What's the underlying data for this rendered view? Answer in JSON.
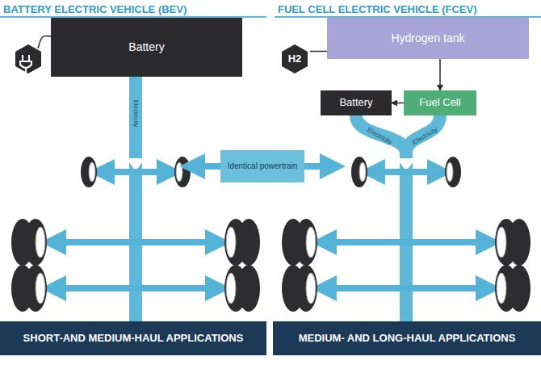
{
  "diagram": {
    "nodes": [
      {
        "text": [
          "Battery"
        ]
      },
      {
        "text": [
          "H2"
        ]
      },
      {
        "text": [
          "Hydrogen tank"
        ]
      },
      {
        "text": [
          "Battery"
        ]
      },
      {
        "text": [
          "Fuel Cell"
        ]
      },
      {
        "text": [
          "Identical powertrain"
        ]
      },
      {
        "text": [
          "SHORT-AND MEDIUM-HAUL APPLICATIONS"
        ]
      },
      {
        "text": [
          "MEDIUM- AND LONG-HAUL APPLICATIONS"
        ]
      }
    ],
    "edges": [
      {
        "from": 1,
        "to": 2,
        "arrow": "none"
      },
      {
        "from": 2,
        "to": 4,
        "arrow": "to"
      },
      {
        "from": 4,
        "to": 3,
        "arrow": "to"
      }
    ],
    "labels": [
      "BATTERY ELECTRIC VEHICLE (BEV)",
      "FUEL CELL ELECTRIC VEHICLE (FCEV)",
      "Electricity",
      "Electricity",
      "Electricity"
    ]
  }
}
